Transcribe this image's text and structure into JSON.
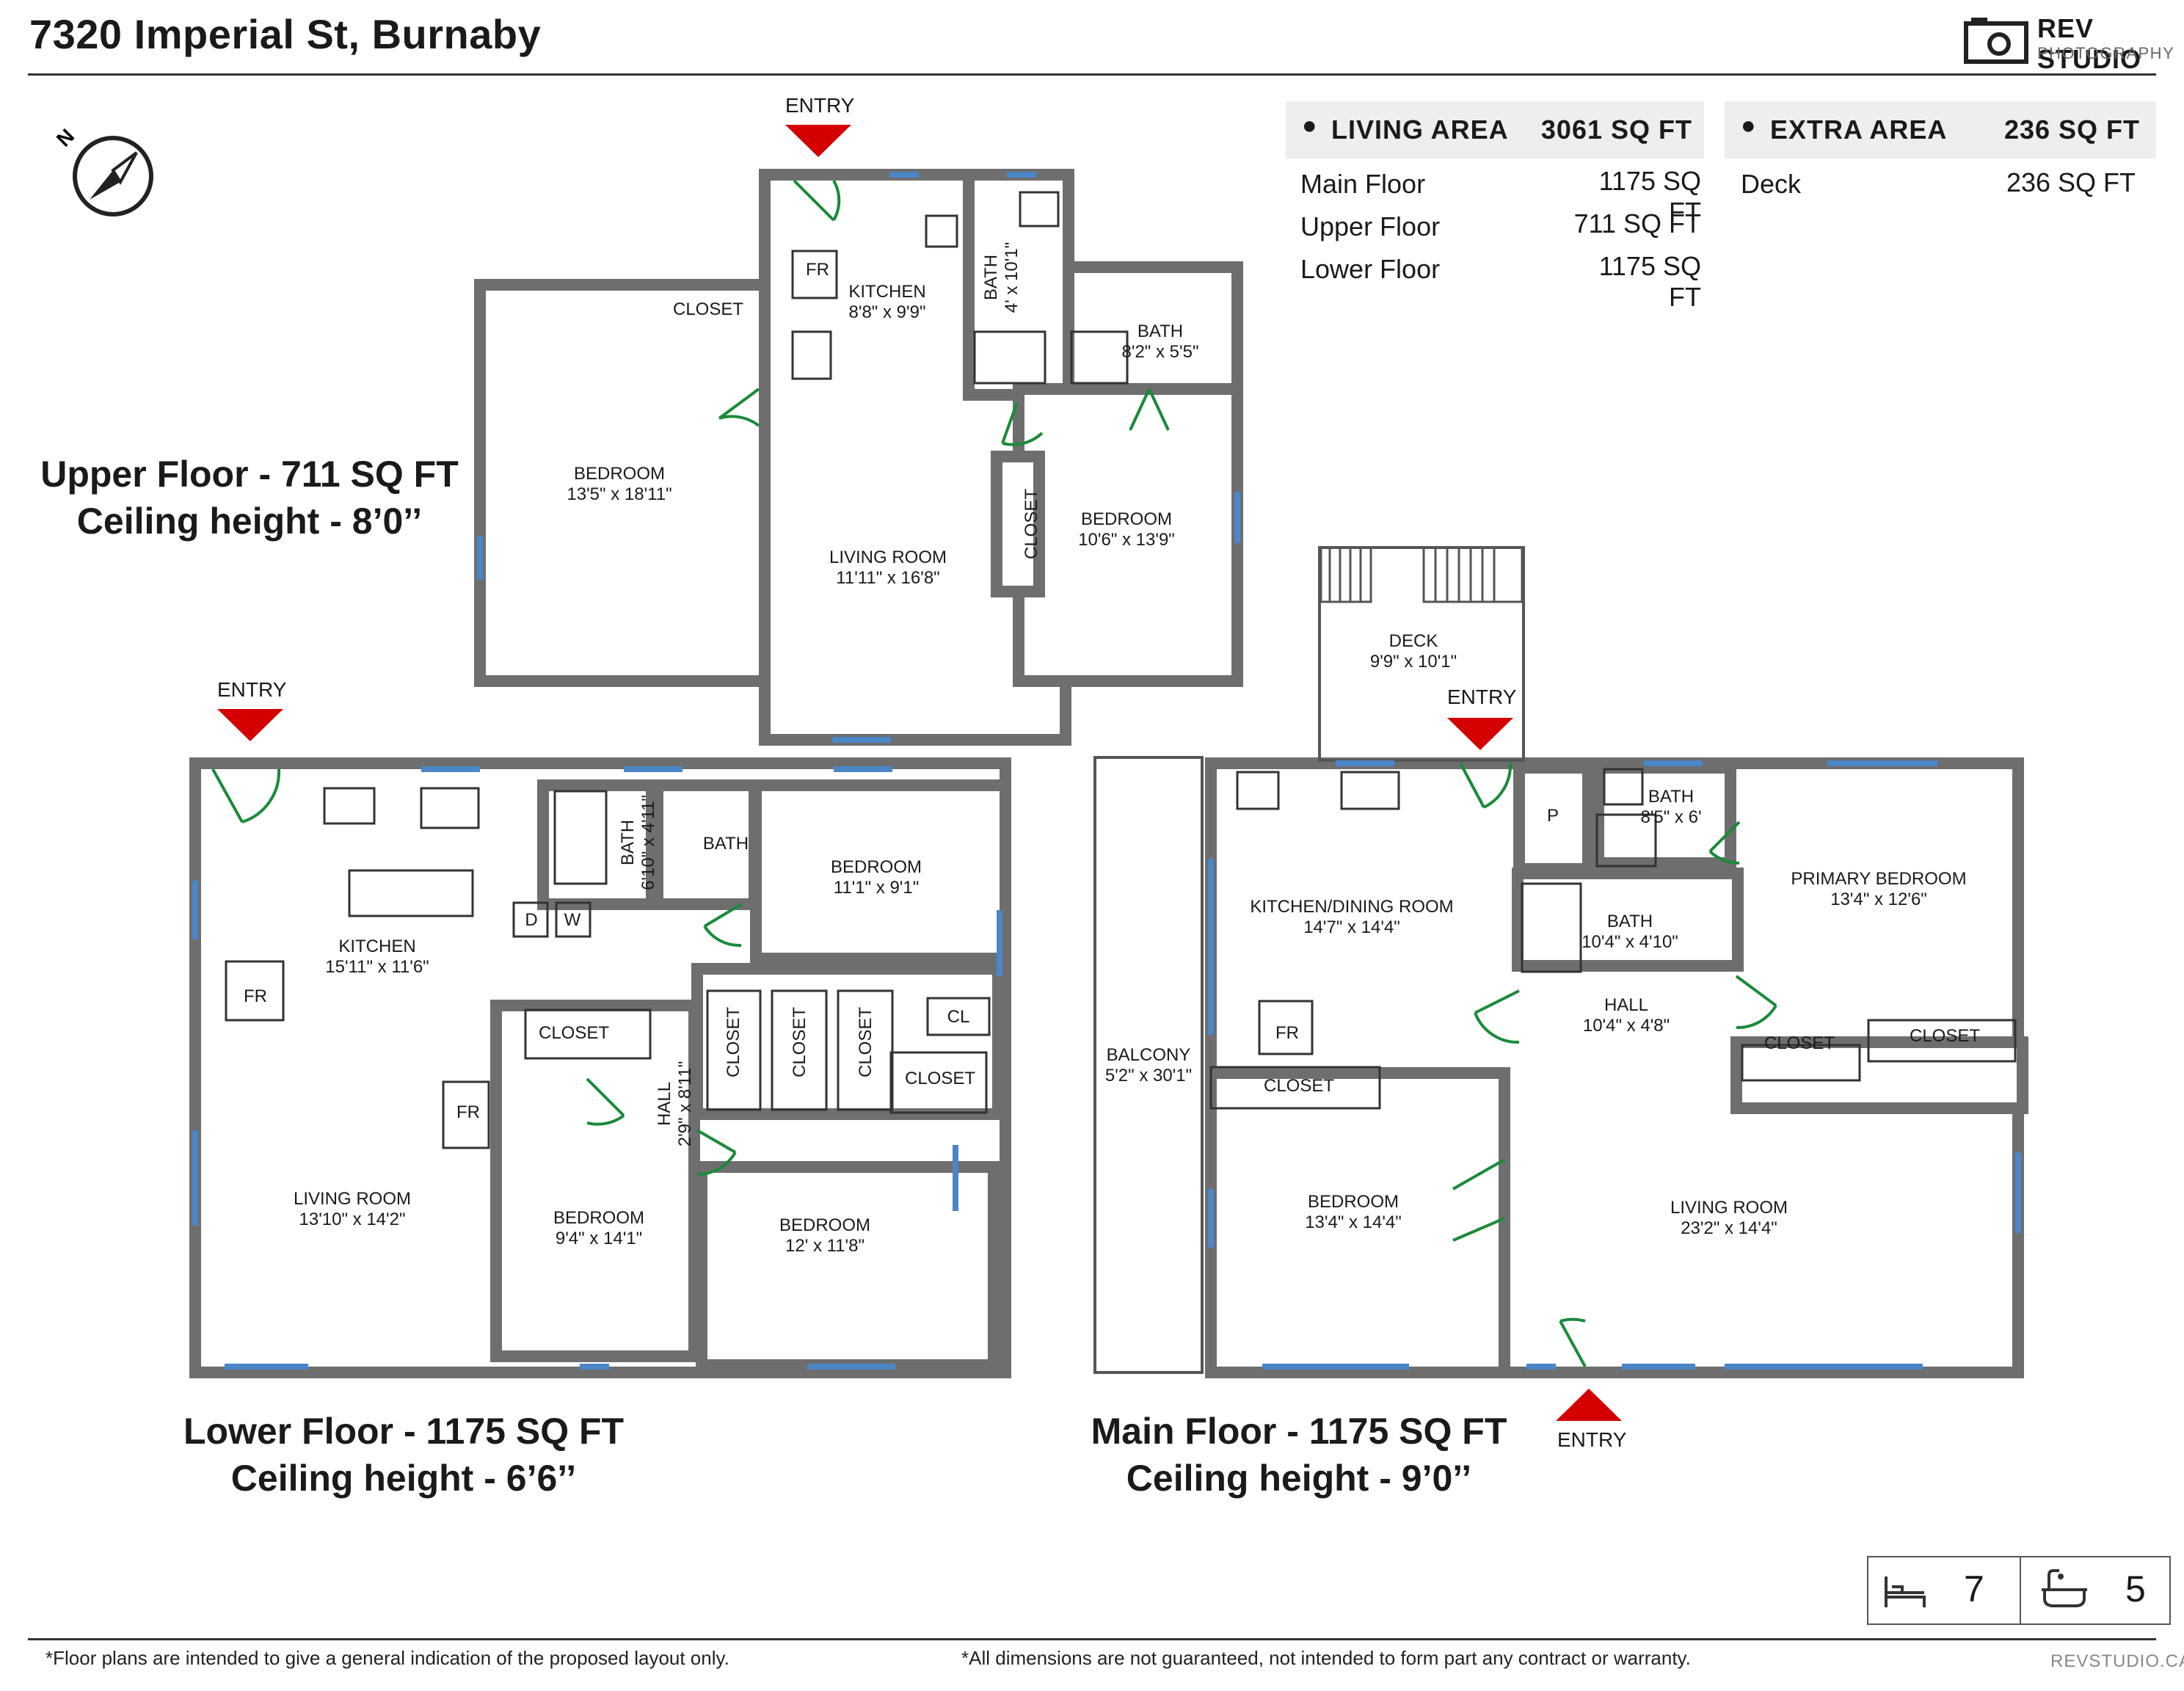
{
  "header": {
    "address": "7320 Imperial St, Burnaby"
  },
  "brand": {
    "name": "REV STUDIO",
    "tagline": "PHOTOGRAPHY",
    "site": "REVSTUDIO.CA"
  },
  "areas": {
    "living": {
      "label": "LIVING AREA",
      "total": "3061 SQ FT",
      "rows": [
        {
          "name": "Main Floor",
          "value": "1175 SQ FT"
        },
        {
          "name": "Upper Floor",
          "value": "711 SQ FT"
        },
        {
          "name": "Lower Floor",
          "value": "1175 SQ FT"
        }
      ]
    },
    "extra": {
      "label": "EXTRA AREA",
      "total": "236 SQ FT",
      "rows": [
        {
          "name": "Deck",
          "value": "236 SQ FT"
        }
      ]
    }
  },
  "floors": {
    "upper": {
      "title": "Upper Floor - 711 SQ FT",
      "ceiling": "Ceiling height - 8’0’’"
    },
    "lower": {
      "title": "Lower Floor - 1175 SQ FT",
      "ceiling": "Ceiling height - 6’6’’"
    },
    "main": {
      "title": "Main Floor - 1175 SQ FT",
      "ceiling": "Ceiling height - 9’0’’"
    }
  },
  "entry_label": "ENTRY",
  "rooms": {
    "upper": [
      {
        "name": "KITCHEN",
        "dim": "8'8\" x 9'9\""
      },
      {
        "name": "BEDROOM",
        "dim": "13'5\" x 18'11\""
      },
      {
        "name": "LIVING ROOM",
        "dim": "11'11\" x 16'8\""
      },
      {
        "name": "BATH",
        "dim": "4' x 10'1\""
      },
      {
        "name": "BATH",
        "dim": "8'2\" x 5'5\""
      },
      {
        "name": "BEDROOM",
        "dim": "10'6\" x 13'9\""
      },
      {
        "name": "CLOSET",
        "dim": ""
      },
      {
        "name": "CLOSET",
        "dim": ""
      },
      {
        "name": "FR",
        "dim": ""
      }
    ],
    "lower": [
      {
        "name": "KITCHEN",
        "dim": "15'11\" x 11'6\""
      },
      {
        "name": "LIVING ROOM",
        "dim": "13'10\" x 14'2\""
      },
      {
        "name": "BEDROOM",
        "dim": "9'4\" x 14'1\""
      },
      {
        "name": "BEDROOM",
        "dim": "12' x 11'8\""
      },
      {
        "name": "BEDROOM",
        "dim": "11'1\" x 9'1\""
      },
      {
        "name": "BATH",
        "dim": "6'10\" x 4'11\""
      },
      {
        "name": "BATH",
        "dim": ""
      },
      {
        "name": "HALL",
        "dim": "2'9\" x 8'11\""
      },
      {
        "name": "CLOSET",
        "dim": ""
      },
      {
        "name": "CLOSET",
        "dim": ""
      },
      {
        "name": "CLOSET",
        "dim": ""
      },
      {
        "name": "CLOSET",
        "dim": ""
      },
      {
        "name": "CLOSET",
        "dim": ""
      },
      {
        "name": "CL",
        "dim": ""
      },
      {
        "name": "FR",
        "dim": ""
      },
      {
        "name": "FR",
        "dim": ""
      },
      {
        "name": "D",
        "dim": ""
      },
      {
        "name": "W",
        "dim": ""
      }
    ],
    "main": [
      {
        "name": "DECK",
        "dim": "9'9\" x 10'1\""
      },
      {
        "name": "KITCHEN/DINING ROOM",
        "dim": "14'7\" x 14'4\""
      },
      {
        "name": "PRIMARY BEDROOM",
        "dim": "13'4\" x 12'6\""
      },
      {
        "name": "BATH",
        "dim": "8'5\" x 6'"
      },
      {
        "name": "BATH",
        "dim": "10'4\" x 4'10\""
      },
      {
        "name": "HALL",
        "dim": "10'4\" x 4'8\""
      },
      {
        "name": "BALCONY",
        "dim": "5'2\" x 30'1\""
      },
      {
        "name": "BEDROOM",
        "dim": "13'4\" x 14'4\""
      },
      {
        "name": "LIVING ROOM",
        "dim": "23'2\" x 14'4\""
      },
      {
        "name": "CLOSET",
        "dim": ""
      },
      {
        "name": "CLOSET",
        "dim": ""
      },
      {
        "name": "CLOSET",
        "dim": ""
      },
      {
        "name": "FR",
        "dim": ""
      },
      {
        "name": "P",
        "dim": ""
      }
    ]
  },
  "legend": {
    "bedrooms": "7",
    "bathrooms": "5"
  },
  "footer": {
    "left": "*Floor plans are intended to give a general indication of the proposed layout only.",
    "right": "*All dimensions are not guaranteed, not intended to form part any contract or warranty."
  },
  "colors": {
    "wall": "#6e6e6e",
    "door": "#1a8a3a",
    "window": "#4a86c8",
    "entry_arrow": "#d40000"
  }
}
